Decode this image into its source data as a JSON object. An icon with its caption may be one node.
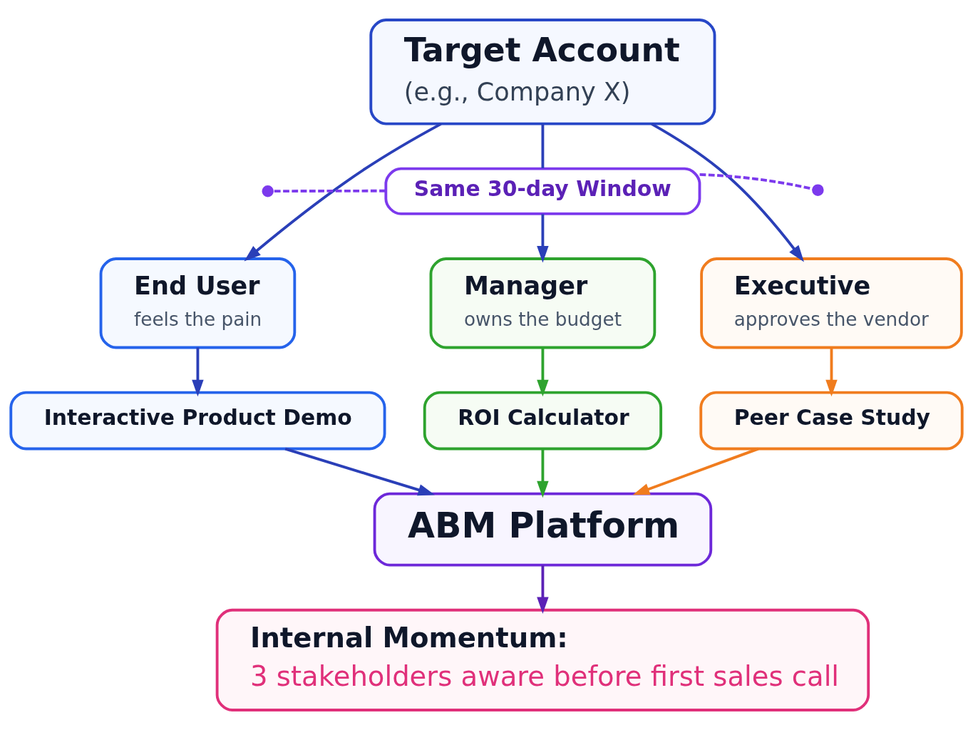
{
  "diagram": {
    "nodes": [
      {
        "text": [
          "Target Account",
          "(e.g., Company X)"
        ]
      },
      {
        "text": [
          "Same 30-day Window"
        ]
      },
      {
        "text": [
          "End User",
          "feels the pain"
        ]
      },
      {
        "text": [
          "Manager",
          "owns the budget"
        ]
      },
      {
        "text": [
          "Executive",
          "approves the vendor"
        ]
      },
      {
        "text": [
          "Interactive Product Demo"
        ]
      },
      {
        "text": [
          "ROI Calculator"
        ]
      },
      {
        "text": [
          "Peer Case Study"
        ]
      },
      {
        "text": [
          "ABM Platform"
        ]
      },
      {
        "text": [
          "Internal Momentum:",
          "3 stakeholders aware before first sales call"
        ]
      }
    ],
    "edges": [
      {
        "from": 0,
        "to": 2,
        "arrow": "to"
      },
      {
        "from": 0,
        "to": 1,
        "arrow": "none"
      },
      {
        "from": 1,
        "to": null,
        "arrow": "other",
        "style": "dashed",
        "color": "#7c3aed"
      },
      {
        "from": 1,
        "to": null,
        "arrow": "other",
        "style": "dashed",
        "color": "#7c3aed"
      },
      {
        "from": 1,
        "to": 3,
        "arrow": "to"
      },
      {
        "from": 0,
        "to": 4,
        "arrow": "to"
      },
      {
        "from": 2,
        "to": 5,
        "arrow": "to"
      },
      {
        "from": 3,
        "to": 6,
        "arrow": "to",
        "color": "#2ea32e"
      },
      {
        "from": 4,
        "to": 7,
        "arrow": "to",
        "color": "#f07c1e"
      },
      {
        "from": 5,
        "to": 8,
        "arrow": "to"
      },
      {
        "from": 6,
        "to": 8,
        "arrow": "to",
        "color": "#2ea32e"
      },
      {
        "from": 7,
        "to": 8,
        "arrow": "to",
        "color": "#f07c1e"
      },
      {
        "from": 8,
        "to": 9,
        "arrow": "to",
        "color": "#5b21b6"
      }
    ]
  }
}
